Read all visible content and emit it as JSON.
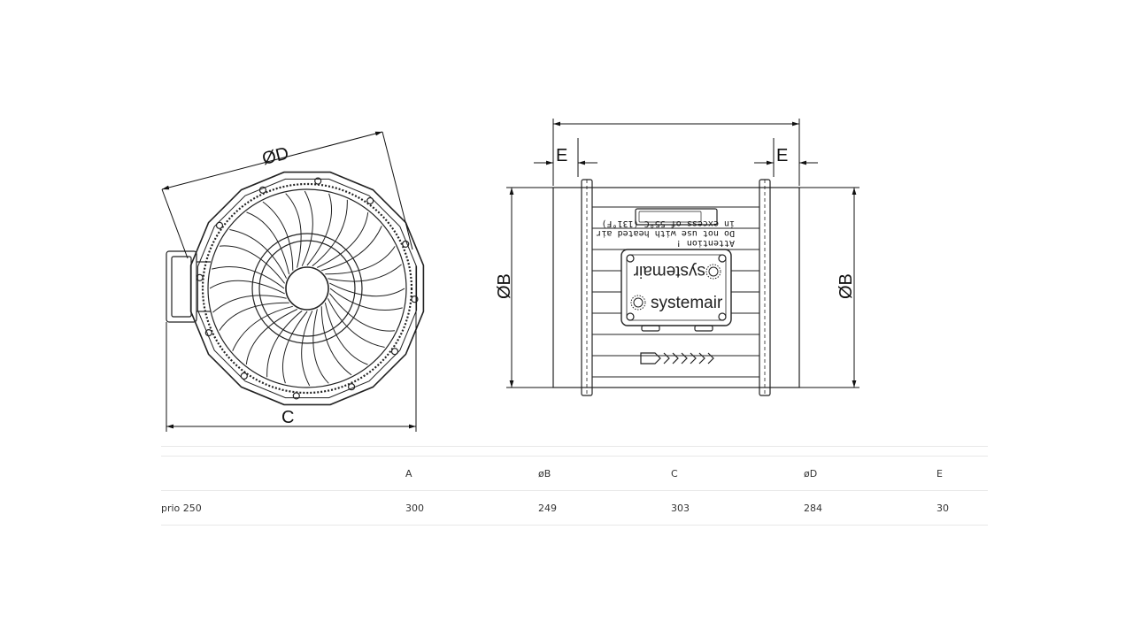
{
  "drawing": {
    "front_view": {
      "dim_diameter_label": "ØD",
      "dim_width_label": "C"
    },
    "side_view": {
      "dim_flange_left": "E",
      "dim_flange_right": "E",
      "dim_diameter_left": "ØB",
      "dim_diameter_right": "ØB",
      "label_lines": [
        "Attention !",
        "Do not use with heated air",
        "in excess of 55°C (131°F)"
      ],
      "brand_upper": "systemair",
      "brand_lower": "systemair"
    }
  },
  "table": {
    "headers": [
      "",
      "A",
      "øB",
      "C",
      "øD",
      "E"
    ],
    "rows": [
      [
        "prio 250",
        "300",
        "249",
        "303",
        "284",
        "30"
      ]
    ]
  }
}
